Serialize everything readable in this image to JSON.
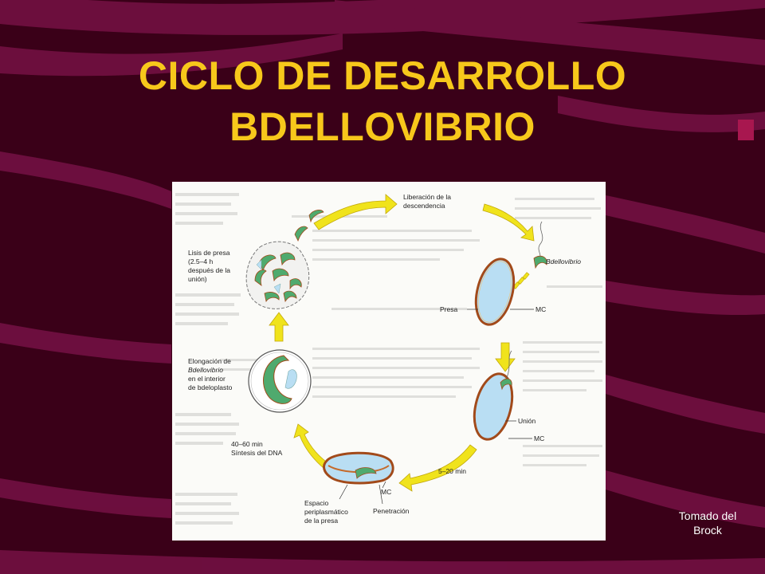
{
  "slide": {
    "title_line1": "CICLO DE DESARROLLO",
    "title_line2": "BDELLOVIBRIO",
    "credit_line1": "Tomado del",
    "credit_line2": "Brock"
  },
  "figure": {
    "labels": {
      "release_1": "Liberación de la",
      "release_2": "descendencia",
      "bdellovibrio": "Bdellovibrio",
      "prey": "Presa",
      "mc1": "MC",
      "union": "Unión",
      "mc2": "MC",
      "time_5_20": "5–20 min",
      "mc3": "MC",
      "space_1": "Espacio",
      "space_2": "periplasmático",
      "space_3": "de la presa",
      "penetration": "Penetración",
      "time_40_60": "40–60 min",
      "dna": "Síntesis del DNA",
      "elong_1": "Elongación de",
      "elong_2": "Bdellovibrio",
      "elong_3": "en el interior",
      "elong_4": "de bdeloplasto",
      "lysis_1": "Lisis de presa",
      "lysis_2": "(2.5–4 h",
      "lysis_3": "después de la",
      "lysis_4": "unión)"
    }
  },
  "colors": {
    "background": "#3a0018",
    "stripe": "#7d1248",
    "title": "#f7c81b",
    "arrow": "#f0e31c",
    "prey_fill": "#b9def3",
    "prey_wall": "#a24a1a",
    "bacterium": "#4faa6e"
  }
}
